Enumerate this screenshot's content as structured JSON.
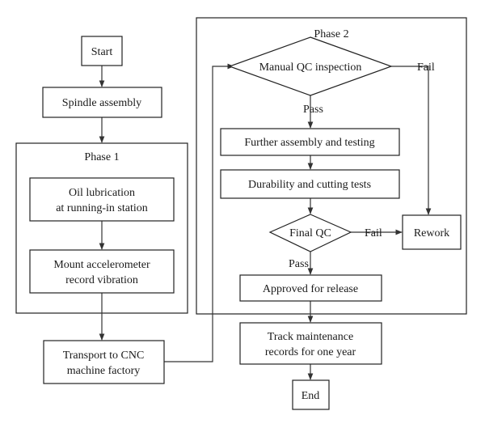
{
  "phase1": {
    "title": "Phase 1"
  },
  "phase2": {
    "title": "Phase 2"
  },
  "nodes": {
    "start": "Start",
    "spindle": "Spindle assembly",
    "oil": [
      "Oil lubrication",
      "at running-in station"
    ],
    "accel": [
      "Mount accelerometer",
      "record vibration"
    ],
    "transport": [
      "Transport to CNC",
      "machine factory"
    ],
    "manual_qc": "Manual QC inspection",
    "further": "Further assembly and testing",
    "durability": "Durability and cutting tests",
    "final_qc": "Final QC",
    "rework": "Rework",
    "approved": "Approved for release",
    "track": [
      "Track maintenance",
      "records for one year"
    ],
    "end": "End"
  },
  "edge_labels": {
    "manual_pass": "Pass",
    "manual_fail": "Fail",
    "final_pass": "Pass",
    "final_fail": "Fail"
  }
}
